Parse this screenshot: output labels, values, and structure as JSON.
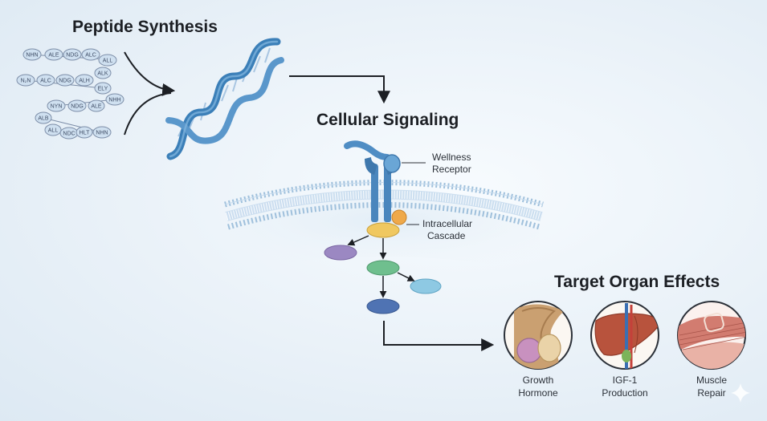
{
  "sections": {
    "peptide_title": "Peptide Synthesis",
    "signaling_title": "Cellular Signaling",
    "target_title": "Target Organ Effects"
  },
  "peptide_chains": [
    [
      "NHN",
      "ALE",
      "NDG",
      "ALC",
      "ALL"
    ],
    [
      "N₂N",
      "ALC",
      "NDG",
      "ALH",
      "ALK",
      "ELY"
    ],
    [
      "NYN",
      "NDG",
      "ALE",
      "NHH"
    ],
    [
      "ALB",
      "ALL",
      "NDC",
      "HLT",
      "NHN"
    ]
  ],
  "labels": {
    "receptor": [
      "Wellness",
      "Receptor"
    ],
    "cascade": [
      "Intracellular",
      "Cascade"
    ]
  },
  "organs": [
    {
      "name": "growth-hormone",
      "lines": [
        "Growth",
        "Hormone"
      ]
    },
    {
      "name": "igf1-production",
      "lines": [
        "IGF-1",
        "Production"
      ]
    },
    {
      "name": "muscle-repair",
      "lines": [
        "Muscle",
        "Repair"
      ]
    }
  ],
  "colors": {
    "dna": "#3b7fb8",
    "receptor": "#4a86bd",
    "membrane": "#9fc0dc",
    "cascade_orange": "#efa94a",
    "cascade_yellow": "#f0c860",
    "cascade_purple": "#9b88c2",
    "cascade_green": "#6fbf8e",
    "cascade_cyan": "#8ec9e3",
    "cascade_blue": "#4f73b3"
  }
}
